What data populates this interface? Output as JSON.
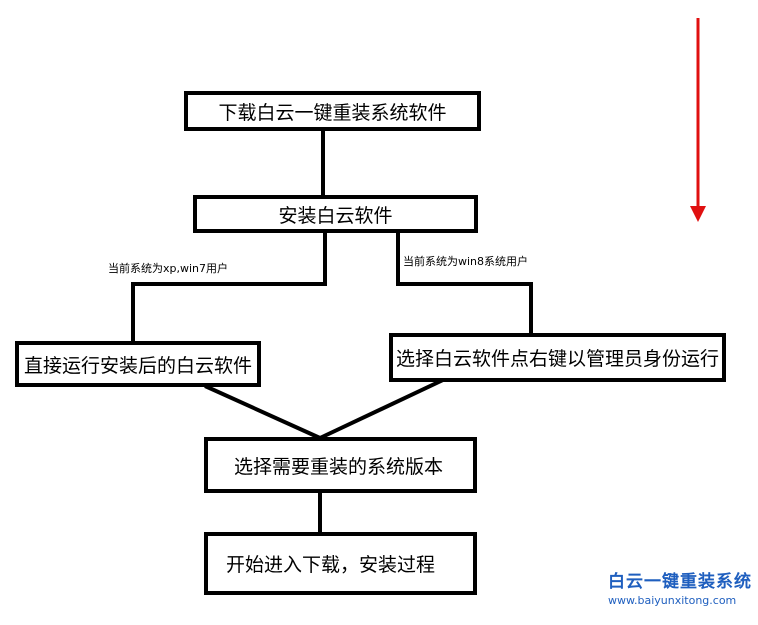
{
  "steps": {
    "download": "下载白云一键重装系统软件",
    "install": "安装白云软件",
    "run_directly": "直接运行安装后的白云软件",
    "run_as_admin": "选择白云软件点右键以管理员身份运行",
    "choose_version": "选择需要重装的系统版本",
    "start": "开始进入下载，安装过程"
  },
  "branches": {
    "left": "当前系统为xp,win7用户",
    "right": "当前系统为win8系统用户"
  },
  "watermark": {
    "title": "白云一键重装系统",
    "url": "www.baiyunxitong.com"
  },
  "colors": {
    "arrow": "#e01010",
    "watermark": "#1f5fbf"
  },
  "icons": {
    "direction_arrow": "arrow-down"
  }
}
